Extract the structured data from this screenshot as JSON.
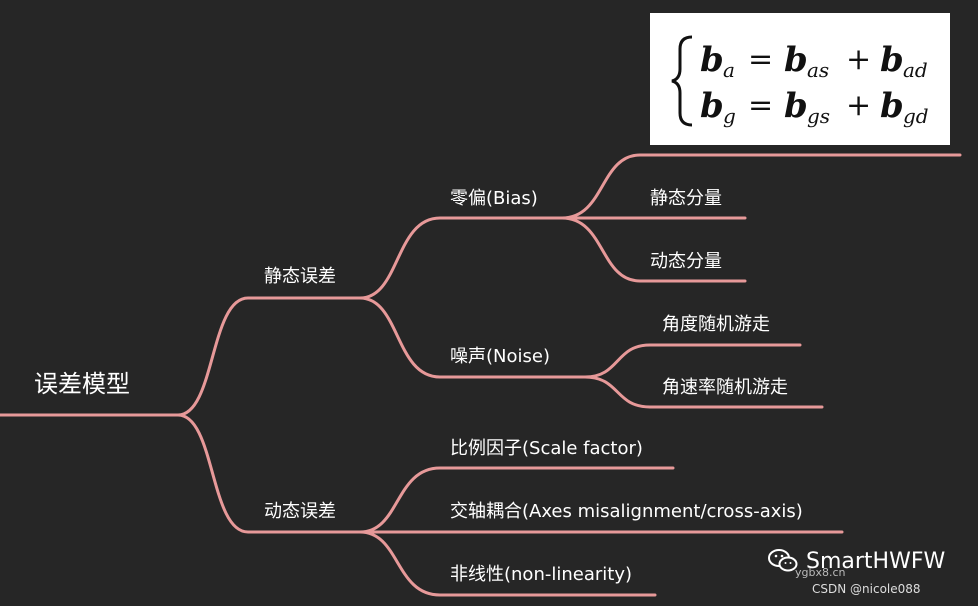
{
  "colors": {
    "background": "#262626",
    "branch": "#e79999",
    "text": "#ffffff"
  },
  "root": {
    "label": "误差模型"
  },
  "static_error": {
    "label": "静态误差",
    "bias": {
      "label": "零偏(Bias)",
      "children": [
        "静态分量",
        "动态分量"
      ]
    },
    "noise": {
      "label": "噪声(Noise)",
      "children": [
        "角度随机游走",
        "角速率随机游走"
      ]
    }
  },
  "dynamic_error": {
    "label": "动态误差",
    "children": [
      "比例因子(Scale factor)",
      "交轴耦合(Axes misalignment/cross-axis)",
      "非线性(non-linearity)"
    ]
  },
  "formula": {
    "line1": {
      "lhs": "b",
      "lhs_sub": "a",
      "t1": "b",
      "t1_sub": "as",
      "t2": "b",
      "t2_sub": "ad"
    },
    "line2": {
      "lhs": "b",
      "lhs_sub": "g",
      "t1": "b",
      "t1_sub": "gs",
      "t2": "b",
      "t2_sub": "gd"
    }
  },
  "watermark": {
    "brand": "SmartHWFW",
    "sub": "ygbx8.cn",
    "icon": "wechat-icon",
    "csdn": "CSDN @nicole088"
  }
}
